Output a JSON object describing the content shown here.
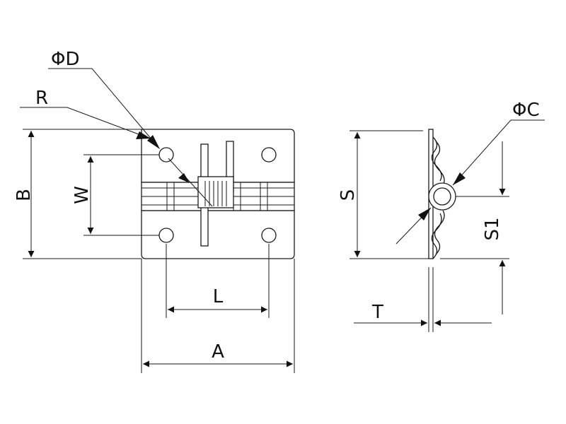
{
  "labels": {
    "phi_d": "ΦD",
    "r": "R",
    "b": "B",
    "w": "W",
    "l": "L",
    "a": "A",
    "phi_c": "ΦC",
    "s": "S",
    "s1": "S1",
    "t": "T"
  },
  "colors": {
    "line": "#1a1a1a",
    "background": "#ffffff"
  }
}
